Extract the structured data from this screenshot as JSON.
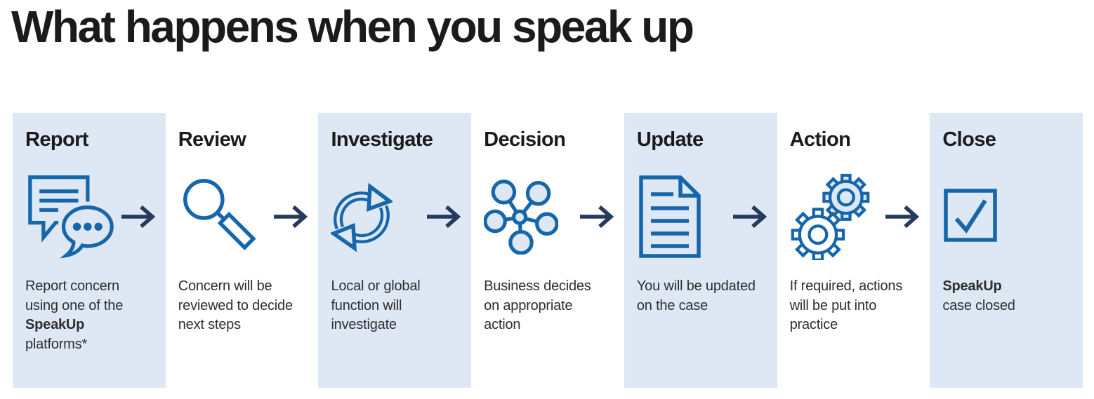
{
  "title": "What happens when you speak up",
  "colors": {
    "icon_blue": "#1566ab",
    "arrow_navy": "#253a5c",
    "panel_blue": "#dee8f5",
    "heading": "#1b1b1b",
    "body_text": "#2e2e30"
  },
  "steps": [
    {
      "title": "Report",
      "icon": "chat-bubbles-icon",
      "highlighted": true,
      "desc_lines": [
        "Report concern",
        "using one of the",
        "SpeakUp",
        "platforms*"
      ],
      "bold_line": 2
    },
    {
      "title": "Review",
      "icon": "magnifier-icon",
      "highlighted": false,
      "desc_lines": [
        "Concern will be",
        "reviewed to decide",
        "next steps"
      ]
    },
    {
      "title": "Investigate",
      "icon": "sync-arrows-icon",
      "highlighted": true,
      "desc_lines": [
        "Local or global",
        "function will",
        "investigate"
      ]
    },
    {
      "title": "Decision",
      "icon": "network-hub-icon",
      "highlighted": false,
      "desc_lines": [
        "Business decides",
        "on appropriate",
        "action"
      ]
    },
    {
      "title": "Update",
      "icon": "document-icon",
      "highlighted": true,
      "desc_lines": [
        "You will be updated",
        "on the case"
      ]
    },
    {
      "title": "Action",
      "icon": "gears-icon",
      "highlighted": false,
      "desc_lines": [
        "If required, actions",
        "will be put into",
        "practice"
      ]
    },
    {
      "title": "Close",
      "icon": "checkbox-checked-icon",
      "highlighted": true,
      "desc_lines": [
        "SpeakUp",
        "case closed"
      ],
      "bold_line": 0
    }
  ]
}
